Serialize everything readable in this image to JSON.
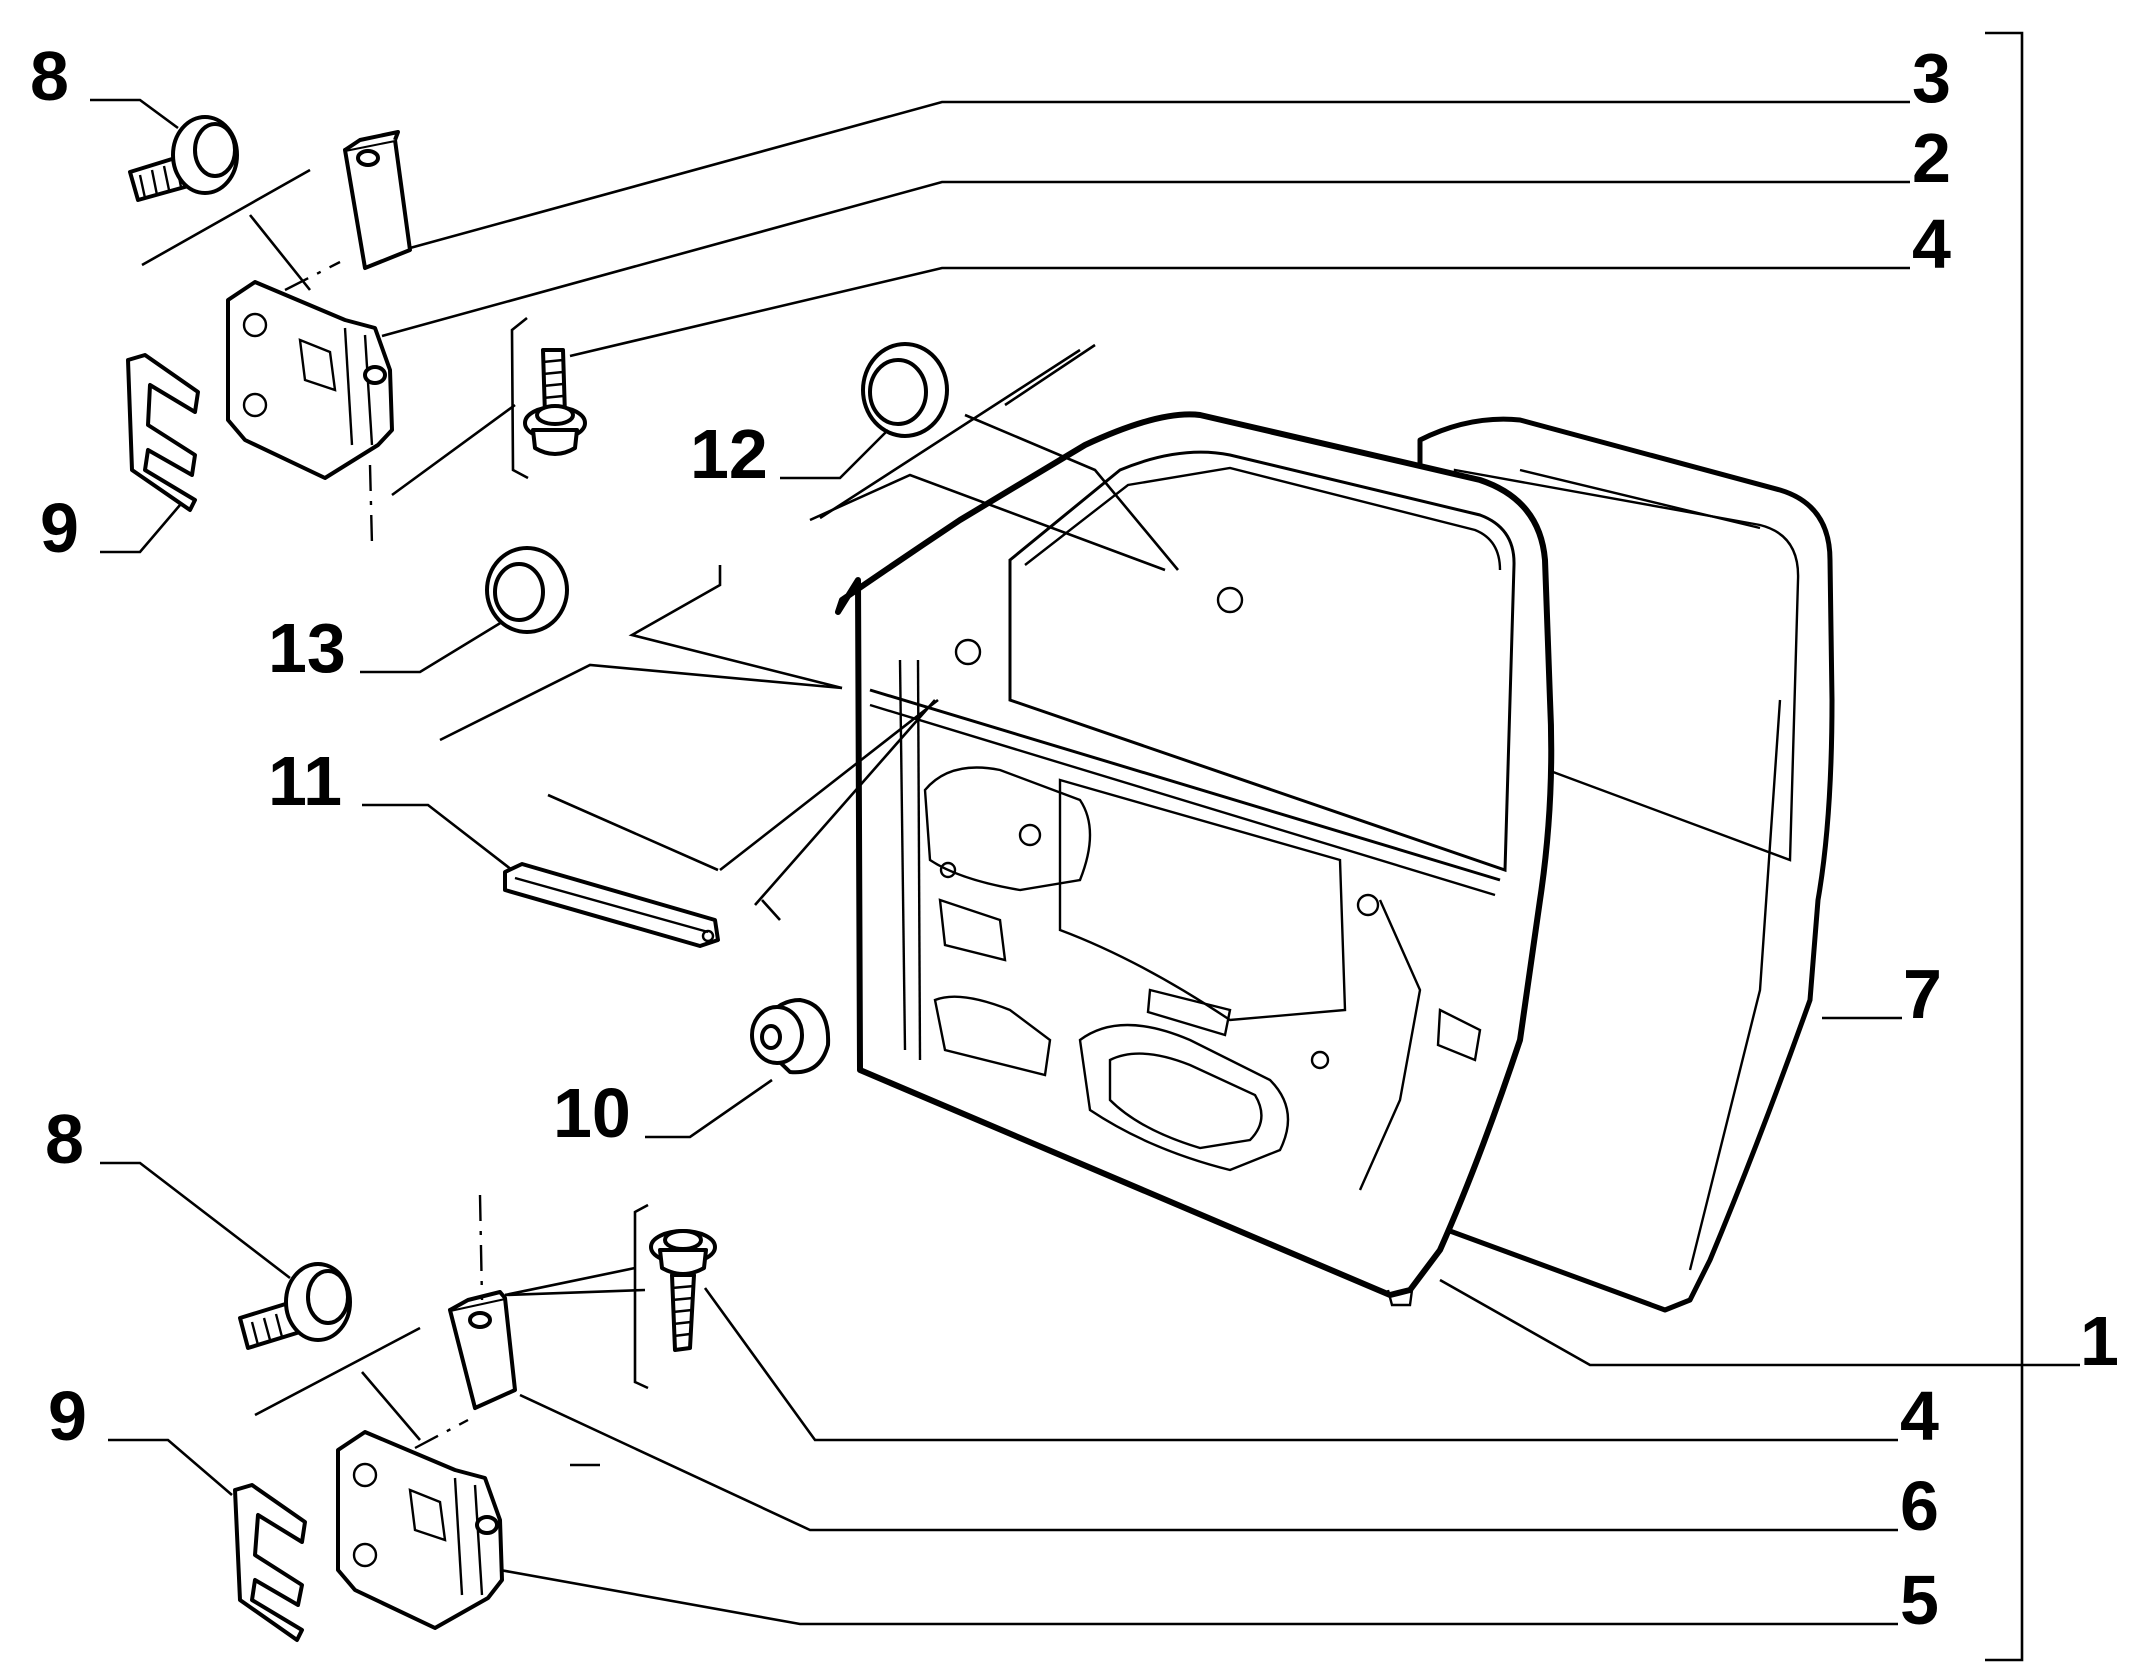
{
  "labels": {
    "l3": "3",
    "l2": "2",
    "l4_top": "4",
    "l7": "7",
    "l1": "1",
    "l4_bottom": "4",
    "l6": "6",
    "l5": "5",
    "l8_top": "8",
    "l9_top": "9",
    "l12": "12",
    "l13": "13",
    "l11": "11",
    "l10": "10",
    "l8_bottom": "8",
    "l9_bottom": "9"
  }
}
